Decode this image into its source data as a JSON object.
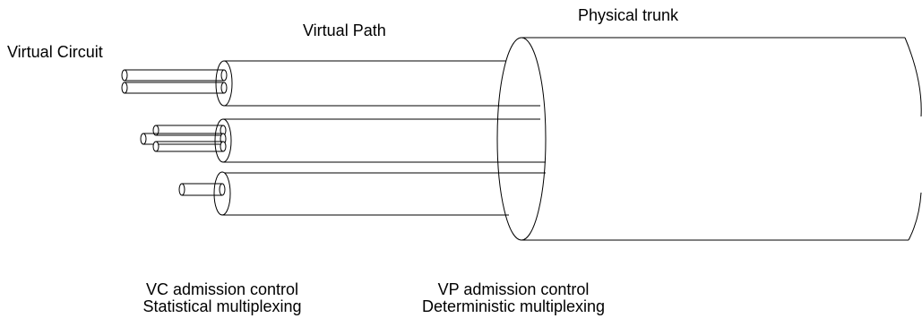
{
  "labels": {
    "virtual_circuit": "Virtual Circuit",
    "virtual_path": "Virtual Path",
    "physical_trunk": "Physical trunk"
  },
  "captions": {
    "vc_line1": "VC admission control",
    "vc_line2": "Statistical multiplexing",
    "vp_line1": "VP admission control",
    "vp_line2": "Deterministic multiplexing"
  }
}
